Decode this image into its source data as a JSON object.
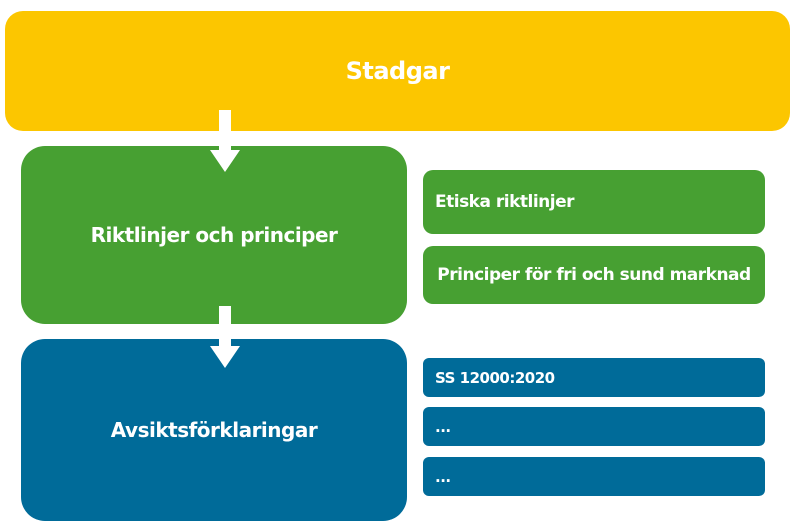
{
  "diagram": {
    "top": {
      "label": "Stadgar",
      "color": "#FCC600"
    },
    "middle": {
      "label": "Riktlinjer och principer",
      "color": "#47A032",
      "items": [
        {
          "label": "Etiska riktlinjer"
        },
        {
          "label": "Principer för fri och sund marknad"
        }
      ]
    },
    "bottom": {
      "label": "Avsiktsförklaringar",
      "color": "#006B99",
      "items": [
        {
          "label": "SS 12000:2020"
        },
        {
          "label": "..."
        },
        {
          "label": "..."
        }
      ]
    },
    "arrow_color": "#ffffff"
  }
}
